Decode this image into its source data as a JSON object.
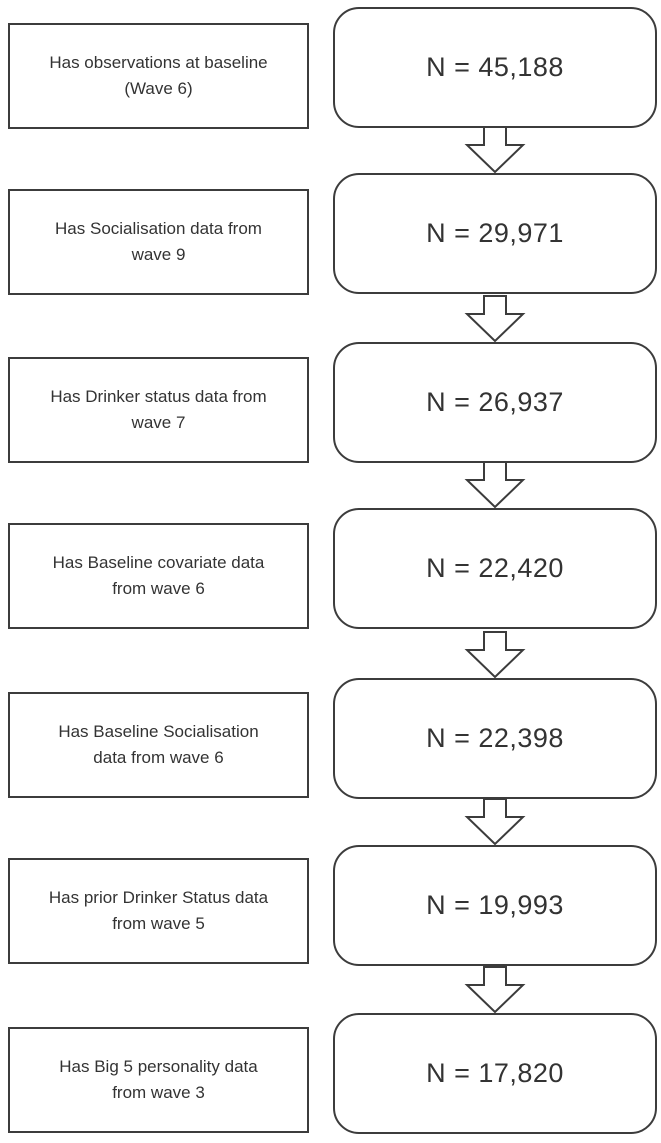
{
  "diagram": {
    "type": "flowchart",
    "arrow_icon": "down-block-arrow",
    "colors": {
      "box_border": "#3c3c3c",
      "text": "#333333",
      "box_fill": "#ffffff",
      "background": "#ffffff"
    },
    "steps": [
      {
        "label": "Has observations at baseline (Wave 6)",
        "label_line1": "Has observations at baseline",
        "label_line2": "(Wave 6)",
        "n": "N = 45,188"
      },
      {
        "label": "Has Socialisation data from wave 9",
        "label_line1": "Has Socialisation data from",
        "label_line2": "wave 9",
        "n": "N = 29,971"
      },
      {
        "label": "Has Drinker status data from wave 7",
        "label_line1": "Has Drinker status data from",
        "label_line2": "wave 7",
        "n": "N = 26,937"
      },
      {
        "label": "Has Baseline covariate data from wave 6",
        "label_line1": "Has Baseline covariate data",
        "label_line2": "from wave 6",
        "n": "N = 22,420"
      },
      {
        "label": "Has Baseline Socialisation data from wave 6",
        "label_line1": "Has Baseline Socialisation",
        "label_line2": "data from wave 6",
        "n": "N = 22,398"
      },
      {
        "label": "Has prior Drinker Status data from wave 5",
        "label_line1": "Has prior Drinker Status data",
        "label_line2": "from wave 5",
        "n": "N = 19,993"
      },
      {
        "label": "Has Big 5 personality data from wave 3",
        "label_line1": "Has Big 5 personality data",
        "label_line2": "from wave 3",
        "n": "N = 17,820"
      }
    ]
  }
}
